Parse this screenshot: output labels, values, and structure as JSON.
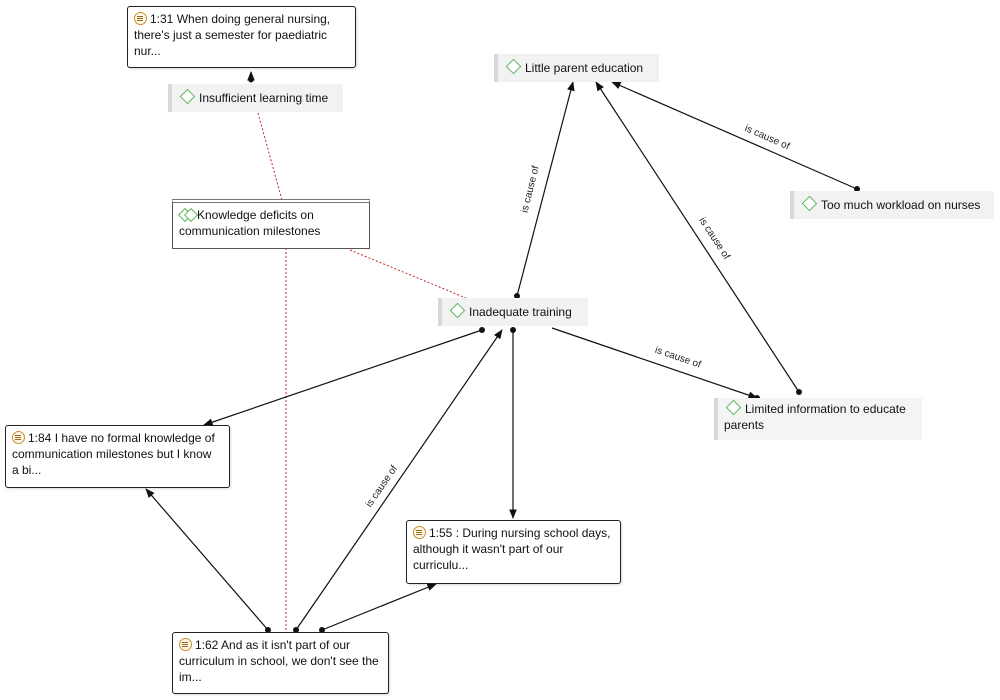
{
  "quotes": {
    "q131": "1:31 When doing general nursing, there's just a semester for paediatric nur...",
    "q184": "1:84 I have no formal knowledge of communication milestones but I know a bi...",
    "q155": "1:55 : During nursing school days, although it wasn't part of our curriculu...",
    "q162": "1:62 And as it isn't part of our curriculum in school, we don't see the  im..."
  },
  "codes": {
    "insufficient_learning_time": "Insufficient learning time",
    "little_parent_education": "Little parent education",
    "too_much_workload": "Too much workload on nurses",
    "inadequate_training": "Inadequate training",
    "limited_information": "Limited information to educate parents"
  },
  "group": {
    "knowledge_deficits": "Knowledge deficits on communication milestones"
  },
  "relations": {
    "is_cause_of": "is cause of"
  }
}
